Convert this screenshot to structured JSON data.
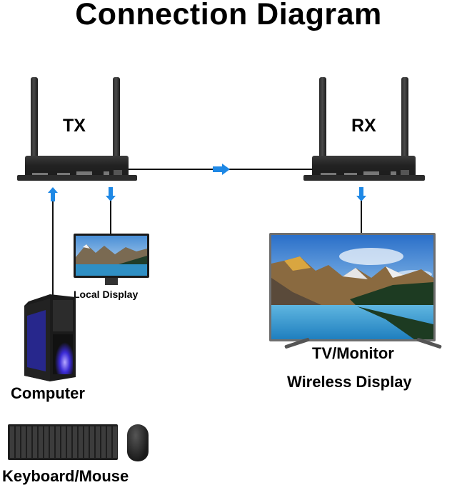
{
  "title": "Connection Diagram",
  "devices": {
    "tx": {
      "label": "TX"
    },
    "rx": {
      "label": "RX"
    },
    "local_display": {
      "label": "Local Display"
    },
    "computer": {
      "label": "Computer"
    },
    "tv": {
      "label": "TV/Monitor",
      "sublabel": "Wireless Display"
    },
    "keyboard_mouse": {
      "label": "Keyboard/Mouse"
    }
  },
  "connections": [
    {
      "from": "TX",
      "to": "RX",
      "direction": "right"
    },
    {
      "from": "Computer",
      "to": "TX",
      "direction": "up"
    },
    {
      "from": "TX",
      "to": "Local Display",
      "direction": "down"
    },
    {
      "from": "RX",
      "to": "TV/Monitor",
      "direction": "down"
    }
  ],
  "colors": {
    "arrow": "#1e88e5",
    "line": "#111111",
    "device": "#222222"
  }
}
